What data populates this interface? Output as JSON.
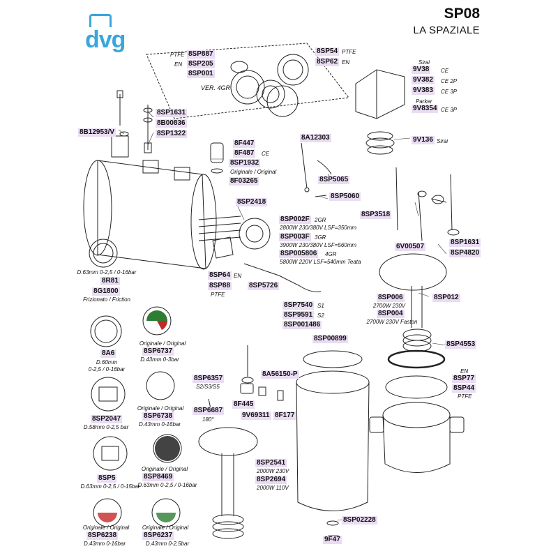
{
  "header": {
    "logo_text": "dvg",
    "model": "SP08",
    "brand": "LA SPAZIALE"
  },
  "parts": [
    {
      "code": "8SP887"
    },
    {
      "code": "8SP205"
    },
    {
      "code": "8SP001"
    },
    {
      "code": "8SP54"
    },
    {
      "code": "8SP62"
    },
    {
      "code": "9V38"
    },
    {
      "code": "9V382"
    },
    {
      "code": "9V383"
    },
    {
      "code": "9V8354"
    },
    {
      "code": "9V136"
    },
    {
      "code": "8SP1631"
    },
    {
      "code": "8B00836"
    },
    {
      "code": "8SP1322"
    },
    {
      "code": "8B12953/V"
    },
    {
      "code": "8F447"
    },
    {
      "code": "8F487"
    },
    {
      "code": "8SP1932"
    },
    {
      "code": "8F03265"
    },
    {
      "code": "8A12303"
    },
    {
      "code": "8SP5065"
    },
    {
      "code": "8SP5060"
    },
    {
      "code": "8SP2418"
    },
    {
      "code": "8SP002F"
    },
    {
      "code": "8SP003F"
    },
    {
      "code": "8SP005806"
    },
    {
      "code": "8SP3518"
    },
    {
      "code": "8SP1631"
    },
    {
      "code": "6V00507"
    },
    {
      "code": "8SP4820"
    },
    {
      "code": "8R81"
    },
    {
      "code": "8G1800"
    },
    {
      "code": "8SP64"
    },
    {
      "code": "8SP88"
    },
    {
      "code": "8SP5726"
    },
    {
      "code": "8SP7540"
    },
    {
      "code": "8SP9591"
    },
    {
      "code": "8SP001486"
    },
    {
      "code": "8SP006"
    },
    {
      "code": "8SP012"
    },
    {
      "code": "8SP004"
    },
    {
      "code": "8SP4553"
    },
    {
      "code": "8A6"
    },
    {
      "code": "8SP6737"
    },
    {
      "code": "8SP00899"
    },
    {
      "code": "8SP6357"
    },
    {
      "code": "8A56150-P"
    },
    {
      "code": "8SP77"
    },
    {
      "code": "8SP44"
    },
    {
      "code": "8F445"
    },
    {
      "code": "8SP6687"
    },
    {
      "code": "9V69311"
    },
    {
      "code": "8F177"
    },
    {
      "code": "8SP2047"
    },
    {
      "code": "8SP6738"
    },
    {
      "code": "8SP2541"
    },
    {
      "code": "8SP2694"
    },
    {
      "code": "8SP5"
    },
    {
      "code": "8SP8469"
    },
    {
      "code": "8SP6238"
    },
    {
      "code": "8SP6237"
    },
    {
      "code": "8SP02228"
    },
    {
      "code": "9F47"
    }
  ],
  "notes": [
    "PTFE",
    "EN",
    "VER. 4GR",
    "PTFE",
    "EN",
    "Sirai",
    "CE",
    "CE 2P",
    "CE 3P",
    "Parker",
    "CE 3P",
    "Sirai",
    "CE",
    "Originale / Original",
    "2GR",
    "2800W 230/380V LSF=350mm",
    "3GR",
    "3900W 230/380V LSF=560mm",
    "4GR",
    "5800W 220V LSF=540mm Teata",
    "D.63mm 0-2,5 / 0-16bar",
    "Frizionato / Friction",
    "EN",
    "PTFE",
    "S1",
    "S2",
    "2700W 230V",
    "2700W 230V Faston",
    "Originale / Original",
    "D.60mm",
    "0-2,5 / 0-16bar",
    "D.43mm 0-3bar",
    "S2/S3/S5",
    "180°",
    "EN",
    "PTFE",
    "Originale / Original",
    "D.58mm 0-2,5 bar",
    "D.43mm 0-16bar",
    "2000W 230V",
    "2000W 110V",
    "Originale / Original",
    "D.63mm 0-2,5 / 0-15bar",
    "D.63mm 0-2,5 / 0-16bar",
    "Originale / Original",
    "Originale / Original",
    "D.43mm 0-16bar",
    "D.43mm 0-2,5bar"
  ],
  "colors": {
    "label_bg": "#e9dcf3",
    "logo": "#3aa7dc",
    "line": "#222222"
  }
}
